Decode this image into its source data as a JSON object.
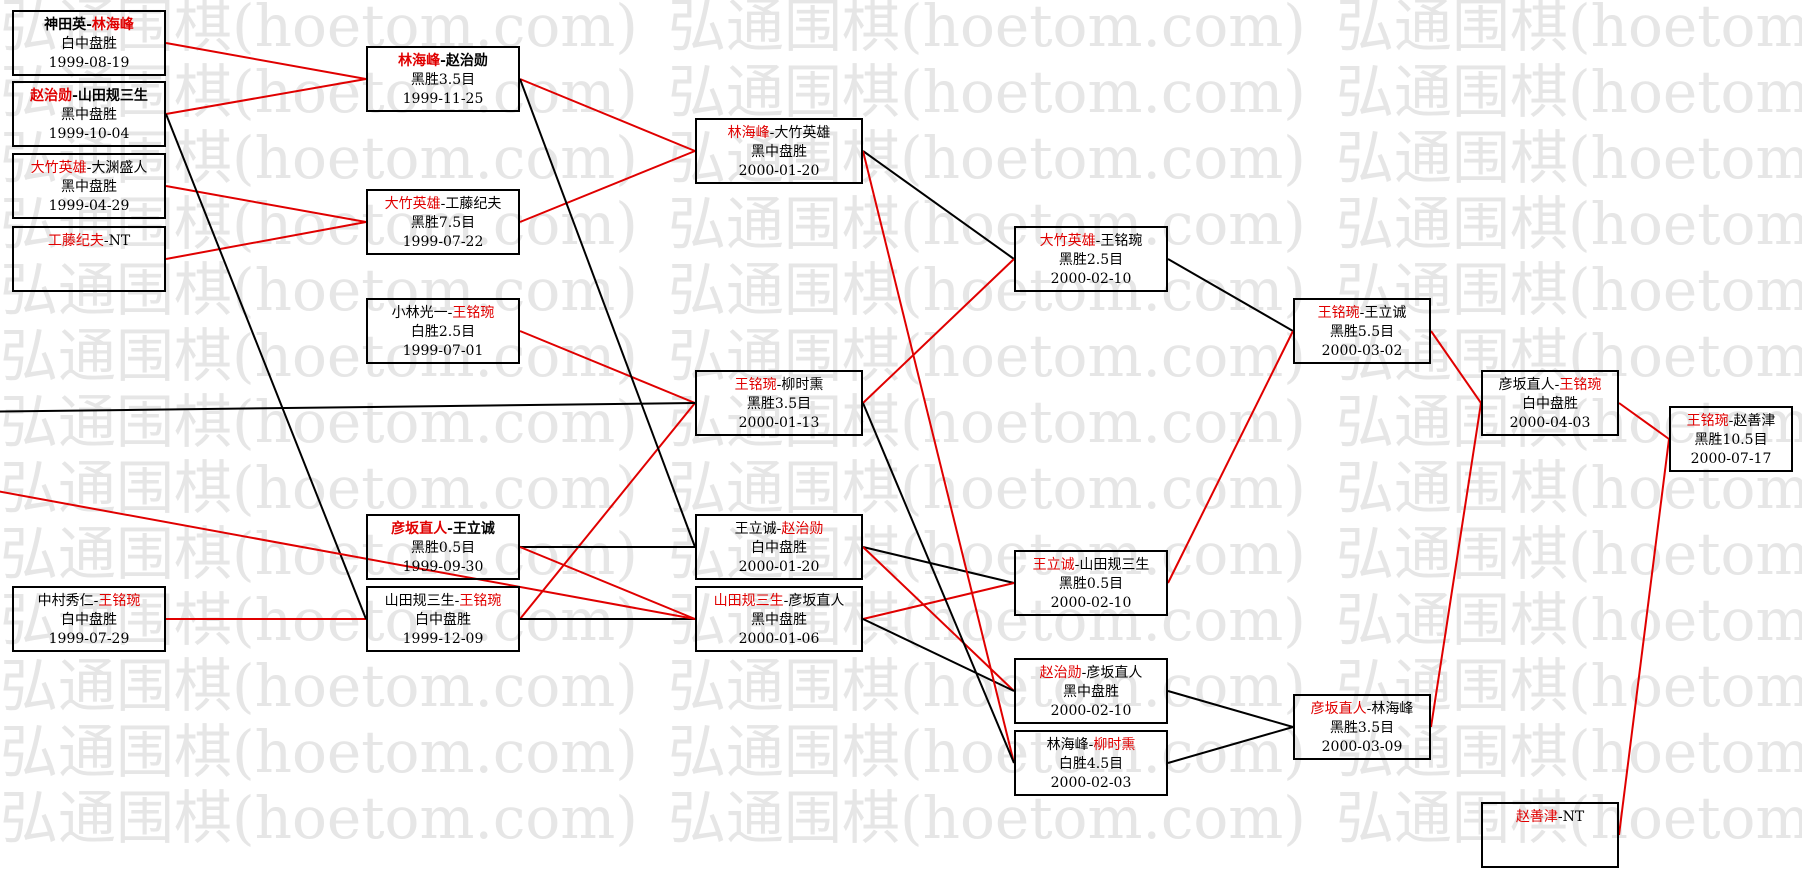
{
  "watermark": "弘通围棋(hoetom.com)",
  "colors": {
    "winner": "#e00000",
    "normal": "#000000",
    "watermark": "#e6e6e6"
  },
  "matches": [
    {
      "id": "m1",
      "p1": "神田英",
      "p2": "林海峰",
      "winner": 2,
      "result": "白中盘胜",
      "date": "1999-08-19"
    },
    {
      "id": "m2",
      "p1": "赵治勋",
      "p2": "山田规三生",
      "winner": 1,
      "result": "黑中盘胜",
      "date": "1999-10-04"
    },
    {
      "id": "m3",
      "p1": "大竹英雄",
      "p2": "大渊盛人",
      "winner": 1,
      "result": "黑中盘胜",
      "date": "1999-04-29"
    },
    {
      "id": "m4",
      "p1": "工藤纪夫",
      "p2": "NT",
      "winner": 1,
      "result": "",
      "date": ""
    },
    {
      "id": "m5",
      "p1": "中村秀仁",
      "p2": "王铭琬",
      "winner": 2,
      "result": "白中盘胜",
      "date": "1999-07-29"
    },
    {
      "id": "m6",
      "p1": "林海峰",
      "p2": "赵治勋",
      "winner": 1,
      "result": "黑胜3.5目",
      "date": "1999-11-25"
    },
    {
      "id": "m7",
      "p1": "大竹英雄",
      "p2": "工藤纪夫",
      "winner": 1,
      "result": "黑胜7.5目",
      "date": "1999-07-22"
    },
    {
      "id": "m8",
      "p1": "小林光一",
      "p2": "王铭琬",
      "winner": 2,
      "result": "白胜2.5目",
      "date": "1999-07-01"
    },
    {
      "id": "m9",
      "p1": "彦坂直人",
      "p2": "王立诚",
      "winner": 1,
      "result": "黑胜0.5目",
      "date": "1999-09-30"
    },
    {
      "id": "m10",
      "p1": "山田规三生",
      "p2": "王铭琬",
      "winner": 2,
      "result": "白中盘胜",
      "date": "1999-12-09"
    },
    {
      "id": "m11",
      "p1": "林海峰",
      "p2": "大竹英雄",
      "winner": 1,
      "result": "黑中盘胜",
      "date": "2000-01-20"
    },
    {
      "id": "m12",
      "p1": "王铭琬",
      "p2": "柳时熏",
      "winner": 1,
      "result": "黑胜3.5目",
      "date": "2000-01-13"
    },
    {
      "id": "m13",
      "p1": "王立诚",
      "p2": "赵治勋",
      "winner": 2,
      "result": "白中盘胜",
      "date": "2000-01-20"
    },
    {
      "id": "m14",
      "p1": "山田规三生",
      "p2": "彦坂直人",
      "winner": 1,
      "result": "黑中盘胜",
      "date": "2000-01-06"
    },
    {
      "id": "m15",
      "p1": "大竹英雄",
      "p2": "王铭琬",
      "winner": 1,
      "result": "黑胜2.5目",
      "date": "2000-02-10"
    },
    {
      "id": "m16",
      "p1": "王立诚",
      "p2": "山田规三生",
      "winner": 1,
      "result": "黑胜0.5目",
      "date": "2000-02-10"
    },
    {
      "id": "m17",
      "p1": "赵治勋",
      "p2": "彦坂直人",
      "winner": 1,
      "result": "黑中盘胜",
      "date": "2000-02-10"
    },
    {
      "id": "m18",
      "p1": "林海峰",
      "p2": "柳时熏",
      "winner": 2,
      "result": "白胜4.5目",
      "date": "2000-02-03"
    },
    {
      "id": "m19",
      "p1": "王铭琬",
      "p2": "王立诚",
      "winner": 1,
      "result": "黑胜5.5目",
      "date": "2000-03-02"
    },
    {
      "id": "m20",
      "p1": "彦坂直人",
      "p2": "林海峰",
      "winner": 1,
      "result": "黑胜3.5目",
      "date": "2000-03-09"
    },
    {
      "id": "m21",
      "p1": "彦坂直人",
      "p2": "王铭琬",
      "winner": 2,
      "result": "白中盘胜",
      "date": "2000-04-03"
    },
    {
      "id": "m22",
      "p1": "赵善津",
      "p2": "NT",
      "winner": 1,
      "result": "",
      "date": ""
    },
    {
      "id": "m23",
      "p1": "王铭琬",
      "p2": "赵善津",
      "winner": 1,
      "result": "黑胜10.5目",
      "date": "2000-07-17"
    }
  ],
  "edges": [
    {
      "from": "m1",
      "to": "m6",
      "win": true
    },
    {
      "from": "m2",
      "to": "m6",
      "win": true
    },
    {
      "from": "m3",
      "to": "m7",
      "win": true
    },
    {
      "from": "m4",
      "to": "m7",
      "win": true
    },
    {
      "from": "m5",
      "to": "m10",
      "win": true
    },
    {
      "from": "m2",
      "to": "m10",
      "win": false
    },
    {
      "from": "m6",
      "to": "m11",
      "win": true
    },
    {
      "from": "m7",
      "to": "m11",
      "win": true
    },
    {
      "from": "m8",
      "to": "m12",
      "win": true
    },
    {
      "from": "m10",
      "to": "m12",
      "win": true
    },
    {
      "from": "m6",
      "to": "m13",
      "win": false
    },
    {
      "from": "m9",
      "to": "m13",
      "win": false
    },
    {
      "from": "m9",
      "to": "m14",
      "win": true
    },
    {
      "from": "m10",
      "to": "m14",
      "win": false
    },
    {
      "from": "m11",
      "to": "m15",
      "win": false
    },
    {
      "from": "m12",
      "to": "m15",
      "win": true
    },
    {
      "from": "m13",
      "to": "m16",
      "win": false
    },
    {
      "from": "m14",
      "to": "m16",
      "win": true
    },
    {
      "from": "m13",
      "to": "m17",
      "win": true
    },
    {
      "from": "m14",
      "to": "m17",
      "win": false
    },
    {
      "from": "m11",
      "to": "m18",
      "win": true
    },
    {
      "from": "m12",
      "to": "m18",
      "win": false
    },
    {
      "from": "m15",
      "to": "m19",
      "win": false
    },
    {
      "from": "m16",
      "to": "m19",
      "win": true
    },
    {
      "from": "m17",
      "to": "m20",
      "win": false
    },
    {
      "from": "m18",
      "to": "m20",
      "win": false
    },
    {
      "from": "m19",
      "to": "m21",
      "win": true
    },
    {
      "from": "m20",
      "to": "m21",
      "win": true
    },
    {
      "from": "m21",
      "to": "m23",
      "win": true
    },
    {
      "from": "m22",
      "to": "m23",
      "win": true
    },
    {
      "from": "offscreen-a",
      "to": "m12",
      "win": false
    },
    {
      "from": "offscreen-b",
      "to": "m14",
      "win": true
    }
  ]
}
